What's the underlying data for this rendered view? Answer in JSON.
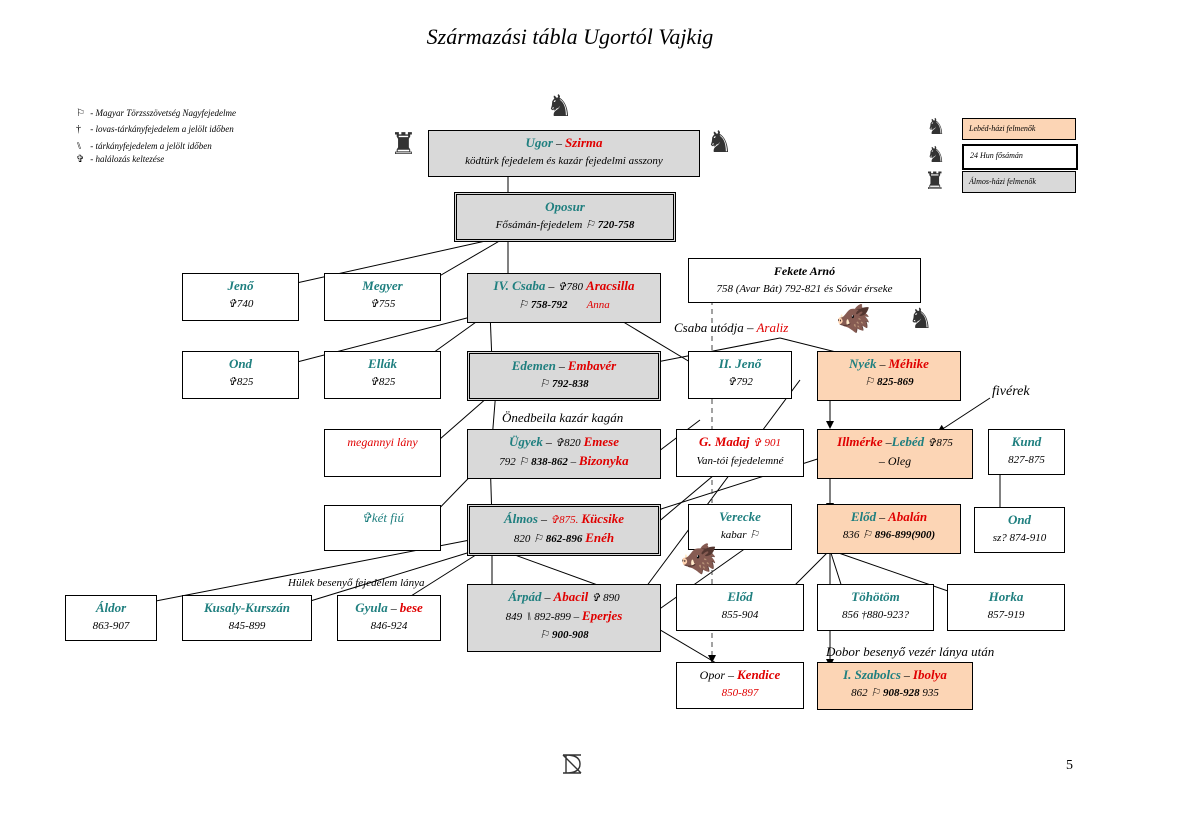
{
  "title": "Származási tábla Ugortól Vajkig",
  "legend": [
    {
      "symbol": "⚐",
      "text": "- Magyar Törzsszövetség Nagyfejedelme"
    },
    {
      "symbol": "†",
      "text": "- lovas-tárkányfejedelem a jelölt időben"
    },
    {
      "symbol": "⑊",
      "text": "- tárkányfejedelem a jelölt időben"
    },
    {
      "symbol": "✞",
      "text": "- halálozás keltezése"
    }
  ],
  "house_legend": {
    "lebed": "Lebéd-házi felmenők",
    "hun": "24 Hun fősámán",
    "almos": "Álmos-házi felmenők"
  },
  "boxes": {
    "ugor": {
      "name": "Ugor",
      "sep": "–",
      "spouse": "Szirma",
      "desc": "ködtürk fejedelem és kazár fejedelmi asszony"
    },
    "oposur": {
      "name": "Oposur",
      "desc": "Fősámán-fejedelem",
      "sym": "⚐",
      "years": "720-758"
    },
    "jeno1": {
      "name": "Jenő",
      "years": "✞740"
    },
    "megyer": {
      "name": "Megyer",
      "years": "✞755"
    },
    "csaba": {
      "name": "IV. Csaba",
      "dash": "–",
      "death": "✞780",
      "spouse": "Aracsilla",
      "sym": "⚐",
      "years": "758-792",
      "spouse2": "Anna"
    },
    "fekete": {
      "name": "Fekete Arnó",
      "desc": "758 (Avar Bát) 792-821 és Sóvár érseke"
    },
    "ond1": {
      "name": "Ond",
      "years": "✞825"
    },
    "ellak": {
      "name": "Ellák",
      "years": "✞825"
    },
    "edemen": {
      "name": "Edemen",
      "sep": "–",
      "spouse": "Embavér",
      "sym": "⚐",
      "years": "792-838"
    },
    "jeno2": {
      "name": "II. Jenő",
      "years": "✞792"
    },
    "nyek": {
      "name": "Nyék",
      "sep": "–",
      "spouse": "Méhike",
      "sym": "⚐",
      "years": "825-869"
    },
    "megannyi": {
      "name": "megannyi lány"
    },
    "ugyek": {
      "name": "Ügyek",
      "dash": "–",
      "death": "✞820",
      "spouse": "Emese",
      "pre": "792",
      "sym": "⚐",
      "years": "838-862",
      "sep2": "–",
      "spouse2": "Bizonyka"
    },
    "madaj": {
      "name": "G. Madaj",
      "death": "✞ 901",
      "desc": "Van-tói fejedelemné"
    },
    "illmerke": {
      "name": "Illmérke",
      "sep": "–",
      "spouse": "Lebéd",
      "death": "✞875",
      "line2": "– Oleg"
    },
    "kund": {
      "name": "Kund",
      "years": "827-875"
    },
    "ketfiu": {
      "name": "✞két fiú"
    },
    "almos": {
      "name": "Álmos",
      "dash": "–",
      "death": "✞875.",
      "spouse": "Kücsike",
      "pre": "820",
      "sym": "⚐",
      "years": "862-896",
      "spouse2": "Enéh"
    },
    "verecke": {
      "name": "Verecke",
      "desc": "kabar",
      "sym": "⚐"
    },
    "elod1": {
      "name": "Előd",
      "sep": "–",
      "spouse": "Abalán",
      "pre": "836",
      "sym": "⚐",
      "years": "896-899(900)"
    },
    "ond2": {
      "name": "Ond",
      "years": "sz? 874-910"
    },
    "aldor": {
      "name": "Áldor",
      "years": "863-907"
    },
    "kusaly": {
      "name": "Kusaly-Kurszán",
      "years": "845-899"
    },
    "gyula": {
      "name": "Gyula",
      "sep": "–",
      "spouse": "bese",
      "years": "846-924"
    },
    "arpad": {
      "name": "Árpád",
      "sep": "–",
      "spouse": "Abacil",
      "death": "✞ 890",
      "pre": "849",
      "sym": "⑊",
      "years": "892-899",
      "sep2": "–",
      "spouse2": "Eperjes",
      "sym2": "⚐",
      "years2": "900-908"
    },
    "elod2": {
      "name": "Előd",
      "years": "855-904"
    },
    "tohotom": {
      "name": "Töhötöm",
      "years": "856 †880-923?"
    },
    "horka": {
      "name": "Horka",
      "years": "857-919"
    },
    "opor": {
      "name": "Opor",
      "sep": "–",
      "spouse": "Kendice",
      "years": "850-897"
    },
    "szabolcs": {
      "name": "I. Szabolcs",
      "sep": "–",
      "spouse": "Ibolya",
      "pre": "862",
      "sym": "⚐",
      "years": "908-928",
      "post": "935"
    }
  },
  "labels": {
    "csaba_utodja": "Csaba utódja –",
    "araliz": "Araliz",
    "fiverek": "fivérek",
    "onedbeila": "Önedbeila kazár kagán",
    "hulek": "Hülek besenyő fejedelem lánya",
    "dobor": "Dobor besenyő vezér lánya után"
  },
  "icons": {
    "lion": "lion-crest-icon",
    "eagle": "eagle-crest-icon",
    "boar": "boar-icon",
    "horseman": "horseman-icon",
    "monogram": "monogram-icon"
  },
  "colors": {
    "name": "#1f7f7f",
    "spouse": "#e00000",
    "gray": "#d9d9d9",
    "peach": "#fcd5b5"
  },
  "page_number": "5"
}
